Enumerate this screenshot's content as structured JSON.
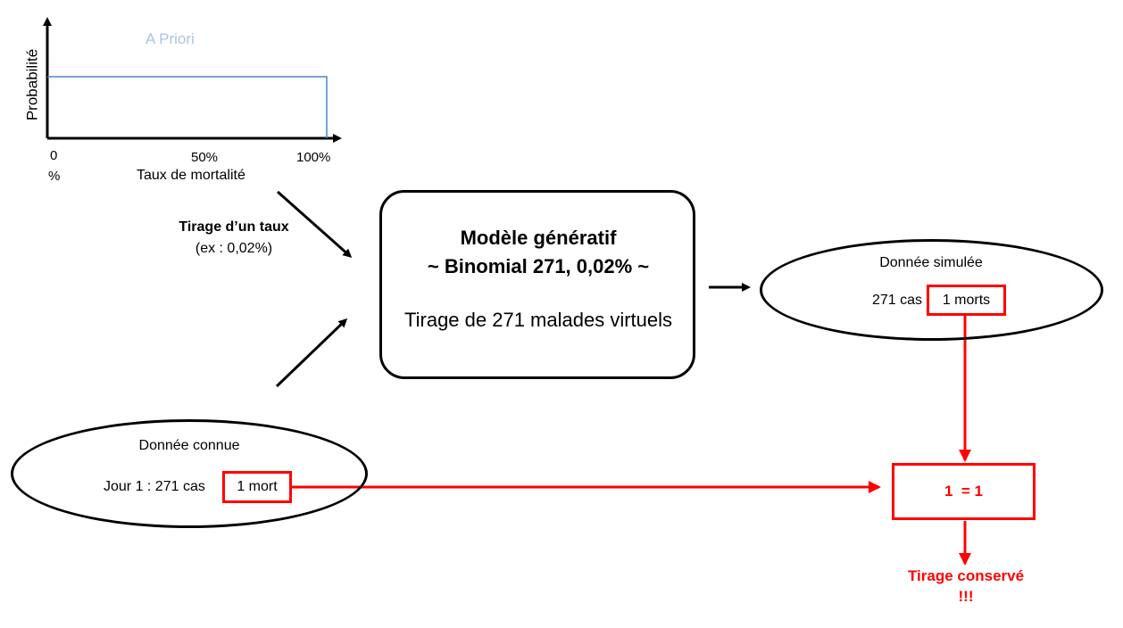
{
  "prior_chart": {
    "title": "A Priori",
    "ylabel": "Probabilité",
    "xlabel": "Taux de mortalité",
    "ticks": [
      "0",
      "%",
      "50%",
      "100%"
    ],
    "distribution": "uniform",
    "x_range": [
      0,
      100
    ],
    "line_color": "#4a86c5",
    "title_color": "#a9c4e6"
  },
  "draw_label": {
    "title": "Tirage d’un taux",
    "example": "(ex : 0,02%)"
  },
  "model": {
    "title": "Modèle génératif",
    "formula": "~ Binomial 271, 0,02% ~",
    "description": "Tirage de 271 malades virtuels"
  },
  "simulated": {
    "title": "Donnée simulée",
    "cases": "271 cas",
    "deaths": "1 morts"
  },
  "known": {
    "title": "Donnée connue",
    "cases": "Jour 1 : 271 cas",
    "deaths": "1 mort"
  },
  "comparison": {
    "text": "1  = 1"
  },
  "result": {
    "line1": "Tirage conservé",
    "line2": "!!!"
  },
  "colors": {
    "highlight": "#ff0000",
    "outline": "#000000"
  }
}
